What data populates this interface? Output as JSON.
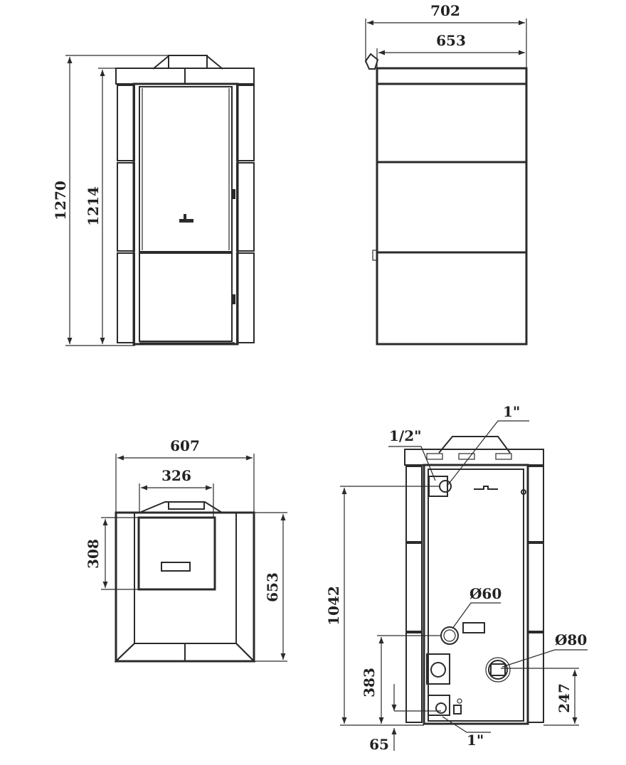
{
  "front_view": {
    "height_total": "1270",
    "height_body": "1214"
  },
  "side_view": {
    "depth_total": "702",
    "depth_body": "653"
  },
  "top_view": {
    "width": "607",
    "outlet_width": "326",
    "outlet_depth": "308",
    "depth": "653"
  },
  "rear_view": {
    "label_1_inch_top": "1\"",
    "label_half_inch": "1/2\"",
    "label_phi60": "Ø60",
    "label_phi80": "Ø80",
    "height_1042": "1042",
    "height_383": "383",
    "height_247": "247",
    "offset_65": "65",
    "label_1_inch_bottom": "1\""
  }
}
